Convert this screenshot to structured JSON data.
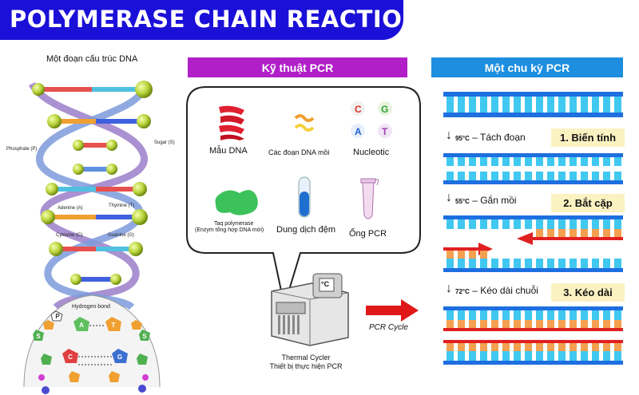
{
  "title": "POLYMERASE CHAIN REACTION",
  "dna": {
    "caption": "Một đoạn cấu trúc DNA",
    "labels": {
      "phosphate": "Phosphate (P)",
      "sugar": "Sugar (S)",
      "adenine": "Adenine (A)",
      "thymine": "Thymine (T)",
      "cytosine": "Cytosine (C)",
      "guanine": "Guanine (G)",
      "hbond": "Hydrogen bond"
    },
    "bases": {
      "a": "A",
      "t": "T",
      "c": "C",
      "g": "G",
      "p": "P",
      "s": "S"
    }
  },
  "pcr_panel": {
    "header": "Kỹ thuật PCR",
    "items": {
      "template": "Mẫu DNA",
      "primers": "Các đoạn DNA mồi",
      "nucleotide": "Nucleotic",
      "taq1": "Taq polymerase",
      "taq2": "(Enzym tổng hợp DNA mới)",
      "buffer": "Dung dịch đệm",
      "tube": "Ống PCR"
    },
    "nucleotide_letters": [
      "C",
      "G",
      "A",
      "T"
    ],
    "cycler": {
      "line1": "Thermal Cycler",
      "line2": "Thiết bị thực hiện PCR",
      "display": "°C"
    },
    "cycle_arrow_label": "PCR Cycle"
  },
  "cycle_panel": {
    "header": "Một chu kỳ PCR",
    "steps": [
      {
        "temp": "95°C",
        "action": "Tách đoạn",
        "phase": "1. Biến tính"
      },
      {
        "temp": "55°C",
        "action": "Gắn mồi",
        "phase": "2. Bắt cặp"
      },
      {
        "temp": "72°C",
        "action": "Kéo dài chuỗi",
        "phase": "3. Kéo dài"
      }
    ]
  },
  "colors": {
    "banner": "#1b10d8",
    "pcr_header": "#b01fc8",
    "cycle_header": "#1d8ee0",
    "strand_blue": "#1e6fe0",
    "strand_cyan": "#40c8f0",
    "primer_red": "#e02020",
    "new_orange": "#f5a050"
  }
}
